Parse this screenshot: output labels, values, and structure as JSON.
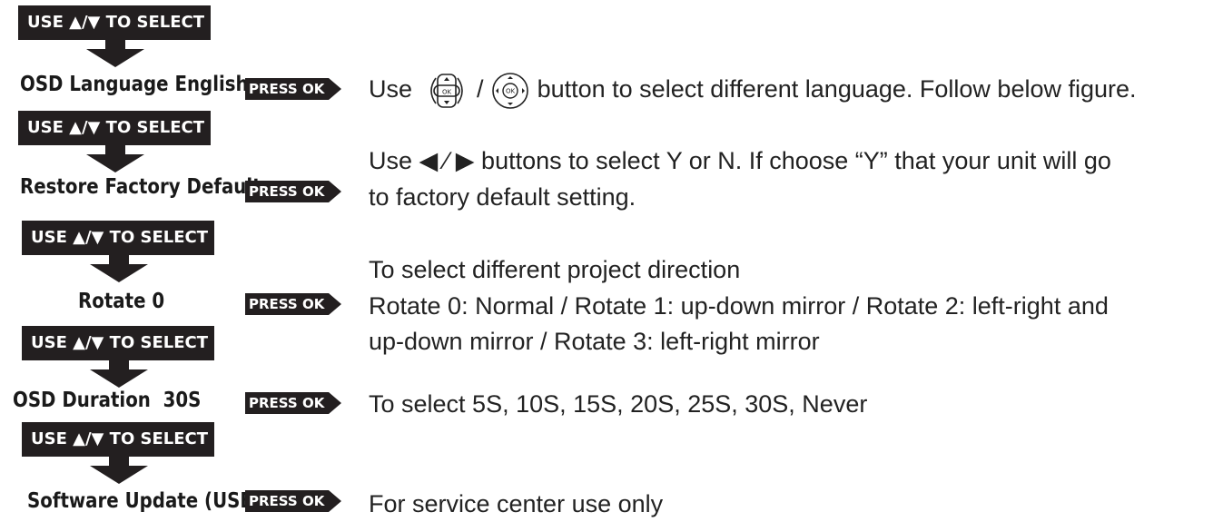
{
  "select_instruction": "USE ▲/▼ TO SELECT",
  "press_ok": "PRESS OK",
  "items": [
    {
      "label": "OSD Language English",
      "desc_before_icons": "Use",
      "desc_slash": "/",
      "desc_after_icons": "button to select different language. Follow below figure.",
      "icons": [
        "dpad-ok-button-icon",
        "round-ok-button-icon"
      ]
    },
    {
      "label": "Restore Factory Default",
      "desc_line1": "Use ◀ ∕ ▶ buttons to select Y or N. If choose “Y” that your unit will go",
      "desc_line2": "to factory default setting."
    },
    {
      "label": "Rotate 0",
      "desc_line1": "To select different project direction",
      "desc_line2": "Rotate 0: Normal / Rotate 1: up-down mirror / Rotate 2: left-right and",
      "desc_line3": "up-down mirror / Rotate 3: left-right mirror"
    },
    {
      "label": "OSD Duration  30S",
      "desc_line1": "To select 5S, 10S, 15S, 20S, 25S, 30S, Never"
    },
    {
      "label": "Software Update (USB)",
      "desc_line1": "For service center use only"
    }
  ],
  "colors": {
    "ink": "#231f20",
    "text": "#222222",
    "background": "#ffffff"
  }
}
